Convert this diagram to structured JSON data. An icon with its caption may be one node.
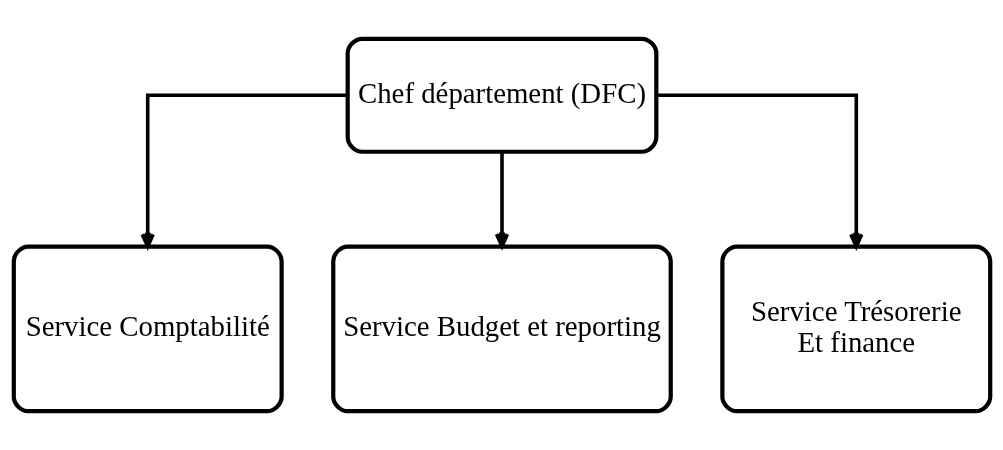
{
  "diagram": {
    "nodes": [
      {
        "text": [
          "Chef département (DFC)"
        ]
      },
      {
        "text": [
          "Service Comptabilité"
        ]
      },
      {
        "text": [
          "Service Budget et reporting"
        ]
      },
      {
        "text": [
          "Service Trésorerie",
          "Et finance"
        ]
      }
    ],
    "edges": [
      {
        "from": 0,
        "to": 1,
        "arrow": "to"
      },
      {
        "from": 0,
        "to": 2,
        "arrow": "to"
      },
      {
        "from": 0,
        "to": 3,
        "arrow": "to"
      }
    ]
  }
}
